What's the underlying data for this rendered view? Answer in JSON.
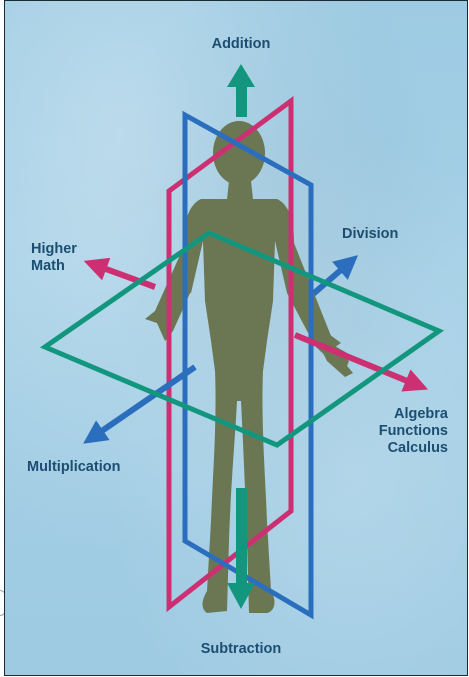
{
  "labels": {
    "addition": "Addition",
    "subtraction": "Subtraction",
    "division": "Division",
    "multiplication": "Multiplication",
    "higher_math_line1": "Higher",
    "higher_math_line2": "Math",
    "advanced_line1": "Algebra",
    "advanced_line2": "Functions",
    "advanced_line3": "Calculus"
  },
  "colors": {
    "vertical_axis": "#12977e",
    "sagittal_plane": "#cc2f72",
    "coronal_plane": "#2a6ebd",
    "horizontal_plane": "#12977e",
    "silhouette": "#6b7753",
    "label_text": "#1d4e72",
    "background": "#a3cee5"
  },
  "icons": {
    "up_arrow": "arrow-up",
    "down_arrow": "arrow-down",
    "figure": "human-silhouette"
  }
}
